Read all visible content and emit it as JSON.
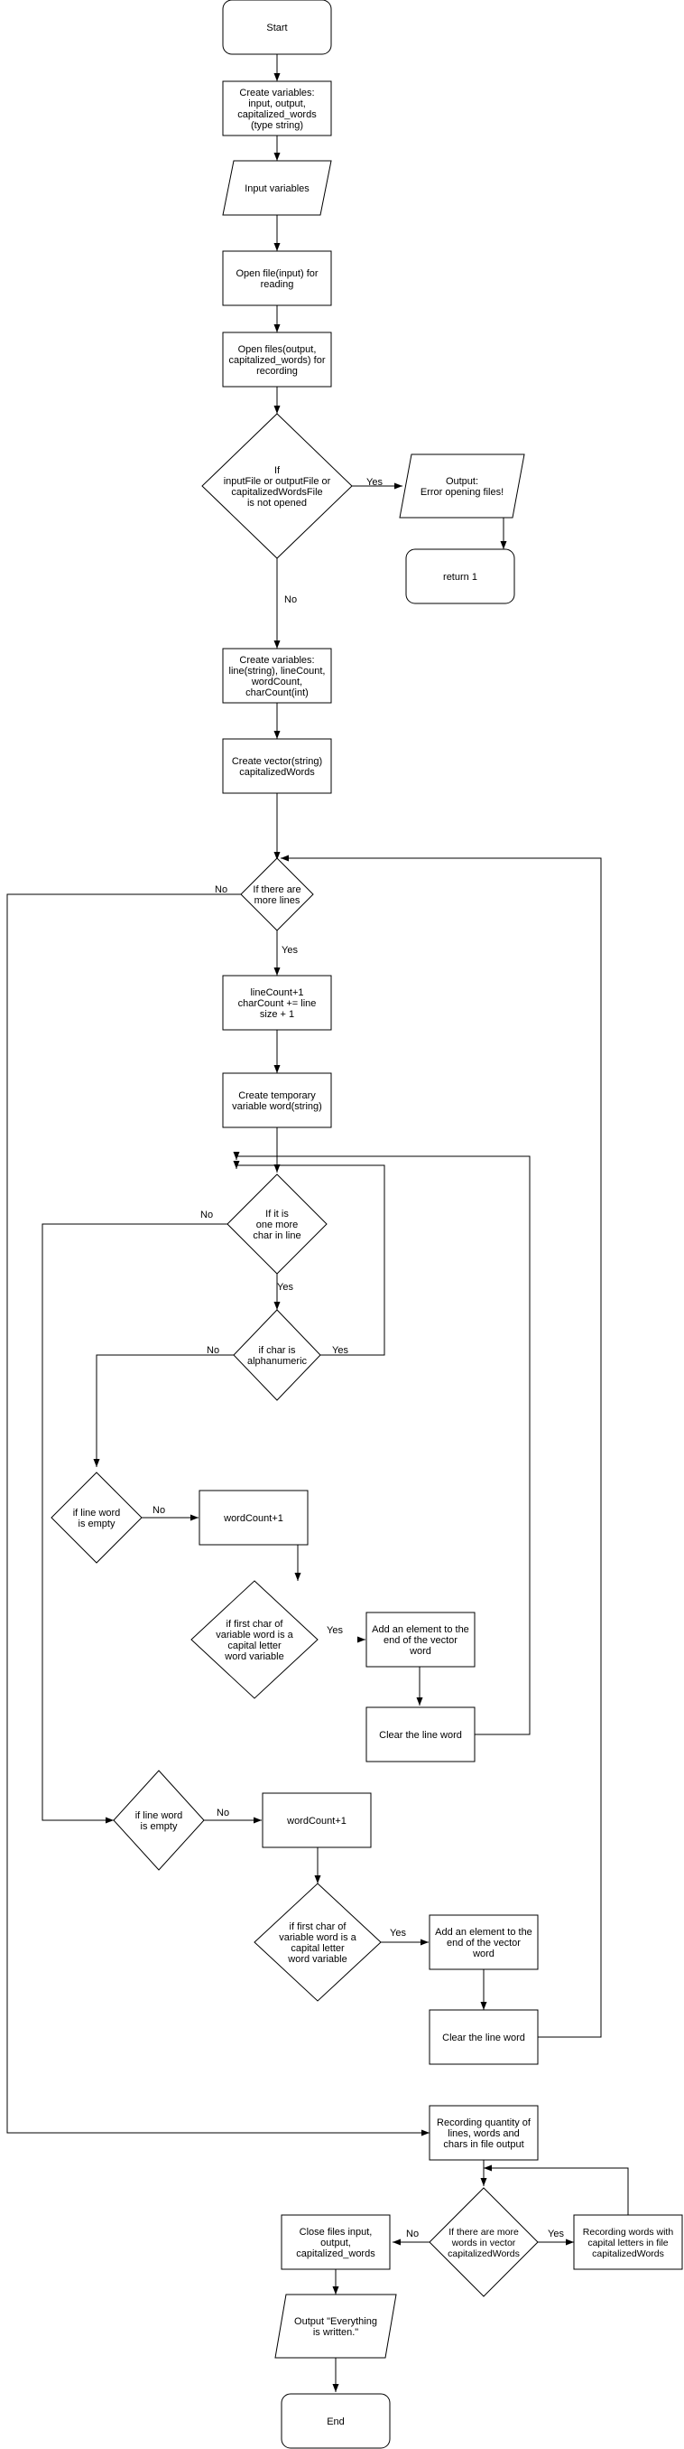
{
  "nodes": {
    "start": [
      "Start"
    ],
    "create_vars": [
      "Create variables:",
      "input, output,",
      "capitalized_words",
      "(type string)"
    ],
    "input_vars": [
      "Input variables"
    ],
    "open_input": [
      "Open file(input) for",
      "reading"
    ],
    "open_output": [
      "Open files(output,",
      "capitalized_words) for",
      "recording"
    ],
    "check_open": [
      "If",
      "inputFile or outputFile or",
      "capitalizedWordsFile",
      "is not opened"
    ],
    "output_error": [
      "Output:",
      "Error opening files!"
    ],
    "return1": [
      "return 1"
    ],
    "create_counts": [
      "Create variables:",
      "line(string), lineCount,",
      "wordCount,",
      "charCount(int)"
    ],
    "create_vector": [
      "Create vector(string)",
      "capitalizedWords"
    ],
    "more_lines": [
      "If there are",
      "more lines"
    ],
    "line_count": [
      "lineCount+1",
      "charCount += line",
      "size + 1"
    ],
    "create_temp": [
      "Create temporary",
      "variable word(string)"
    ],
    "more_char": [
      "If it is",
      "one more",
      "char in line"
    ],
    "char_alnum": [
      "if char is",
      "alphanumeric"
    ],
    "word_empty1": [
      "if line word",
      "is empty"
    ],
    "word_count1": [
      "wordCount+1"
    ],
    "first_cap1": [
      "if first char of",
      "variable word is a",
      "capital letter",
      "word variable"
    ],
    "add_elem1": [
      "Add an element to the",
      "end of the vector",
      "word"
    ],
    "clear1": [
      "Clear the line word"
    ],
    "word_empty2": [
      "if line word",
      "is empty"
    ],
    "word_count2": [
      "wordCount+1"
    ],
    "first_cap2": [
      "if first char of",
      "variable word is a",
      "capital letter",
      "word variable"
    ],
    "add_elem2": [
      "Add an element to the",
      "end of the vector",
      "word"
    ],
    "clear2": [
      "Clear the line word"
    ],
    "record_qty": [
      "Recording quantity of",
      "lines, words and",
      "chars in file output"
    ],
    "more_words": [
      "If there are more",
      "words in vector",
      "capitalizedWords"
    ],
    "record_words": [
      "Recording words with",
      "capital letters in file",
      "capitalizedWords"
    ],
    "close_files": [
      "Close files input,",
      "output,",
      "capitalized_words"
    ],
    "output_written": [
      "Output \"Everything",
      "is written.\""
    ],
    "end": [
      "End"
    ]
  },
  "edge_labels": {
    "check_yes": "Yes",
    "check_no": "No",
    "lines_no": "No",
    "lines_yes": "Yes",
    "char_no": "No",
    "char_yes": "Yes",
    "alnum_no": "No",
    "alnum_yes": "Yes",
    "empty1_no": "No",
    "cap1_yes": "Yes",
    "empty2_no": "No",
    "cap2_yes": "Yes",
    "words_no": "No",
    "words_yes": "Yes"
  }
}
